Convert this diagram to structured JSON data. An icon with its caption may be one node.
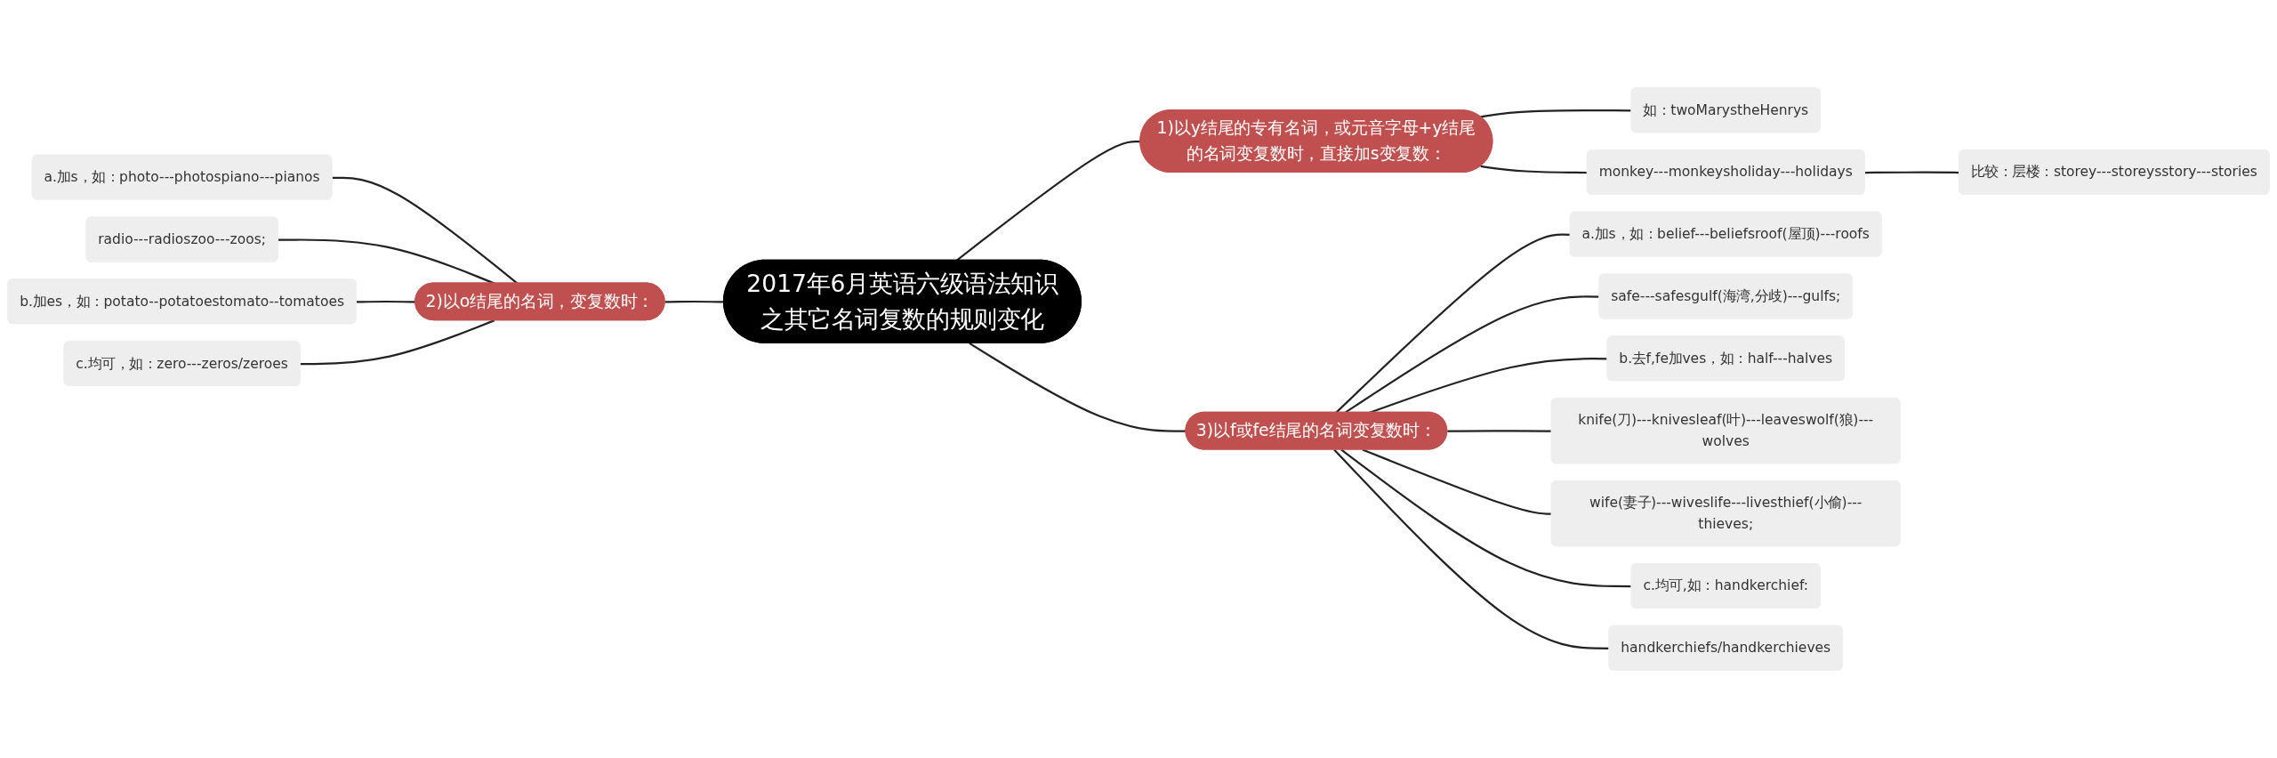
{
  "diagram": {
    "nodes": [
      {
        "text": [
          "2017年6月英语六级语法知识之其它名词复数的规则变化"
        ]
      },
      {
        "text": [
          "1)以y结尾的专有名词，或元音字母+y结尾的名词变复数时，直接加s变复数："
        ]
      },
      {
        "text": [
          "如：twoMarystheHenrys"
        ]
      },
      {
        "text": [
          "monkey---monkeysholiday---holidays"
        ]
      },
      {
        "text": [
          "比较：层楼：storey---storeysstory---stories"
        ]
      },
      {
        "text": [
          "2)以o结尾的名词，变复数时："
        ]
      },
      {
        "text": [
          "a.加s，如：photo---photospiano---pianos"
        ]
      },
      {
        "text": [
          "radio---radioszoo---zoos;"
        ]
      },
      {
        "text": [
          "b.加es，如：potato--potatoestomato--tomatoes"
        ]
      },
      {
        "text": [
          "c.均可，如：zero---zeros/zeroes"
        ]
      },
      {
        "text": [
          "3)以f或fe结尾的名词变复数时："
        ]
      },
      {
        "text": [
          "a.加s，如：belief---beliefsroof(屋顶)---roofs"
        ]
      },
      {
        "text": [
          "safe---safesgulf(海湾,分歧)---gulfs;"
        ]
      },
      {
        "text": [
          "b.去f,fe加ves，如：half---halves"
        ]
      },
      {
        "text": [
          "knife(刀)---knivesleaf(叶)---leaveswolf(狼)---wolves"
        ]
      },
      {
        "text": [
          "wife(妻子)---wiveslife---livesthief(小偷)---thieves;"
        ]
      },
      {
        "text": [
          "c.均可,如：handkerchief:"
        ]
      },
      {
        "text": [
          "handkerchiefs/handkerchieves"
        ]
      }
    ],
    "edges": [
      {
        "from": 0,
        "to": 1,
        "arrow": "none"
      },
      {
        "from": 1,
        "to": 2,
        "arrow": "none"
      },
      {
        "from": 1,
        "to": 3,
        "arrow": "none"
      },
      {
        "from": 3,
        "to": 4,
        "arrow": "none"
      },
      {
        "from": 5,
        "to": 0,
        "arrow": "none"
      },
      {
        "from": 6,
        "to": 5,
        "arrow": "none"
      },
      {
        "from": 7,
        "to": 5,
        "arrow": "none"
      },
      {
        "from": 8,
        "to": 5,
        "arrow": "none"
      },
      {
        "from": 9,
        "to": 5,
        "arrow": "none"
      },
      {
        "from": 0,
        "to": 10,
        "arrow": "none"
      },
      {
        "from": 10,
        "to": 11,
        "arrow": "none"
      },
      {
        "from": 10,
        "to": 12,
        "arrow": "none"
      },
      {
        "from": 10,
        "to": 13,
        "arrow": "none"
      },
      {
        "from": 10,
        "to": 14,
        "arrow": "none"
      },
      {
        "from": 10,
        "to": 15,
        "arrow": "none"
      },
      {
        "from": 10,
        "to": 16,
        "arrow": "none"
      },
      {
        "from": 10,
        "to": 17,
        "arrow": "none"
      }
    ]
  }
}
